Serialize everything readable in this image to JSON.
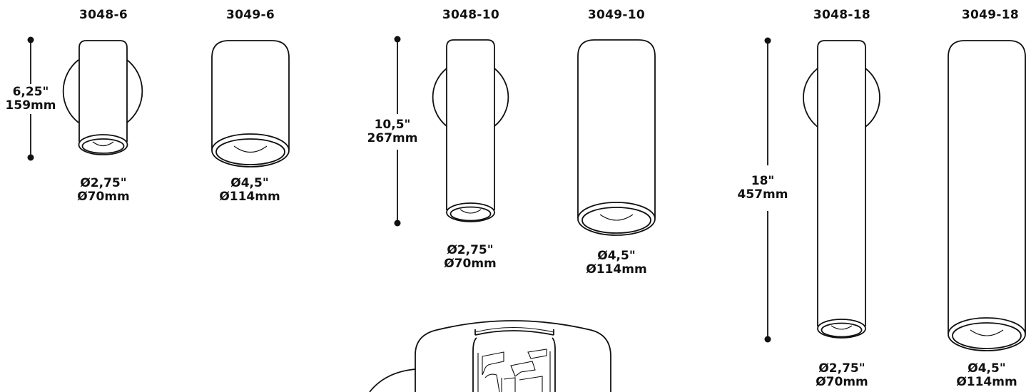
{
  "models": {
    "m3048_6": "3048-6",
    "m3049_6": "3049-6",
    "m3048_10": "3048-10",
    "m3049_10": "3049-10",
    "m3048_18": "3048-18",
    "m3049_18": "3049-18"
  },
  "heights": {
    "h6": {
      "inch": "6,25\"",
      "mm": "159mm"
    },
    "h10": {
      "inch": "10,5\"",
      "mm": "267mm"
    },
    "h18": {
      "inch": "18\"",
      "mm": "457mm"
    }
  },
  "diameters": {
    "small": {
      "inch": "Ø2,75\"",
      "mm": "Ø70mm"
    },
    "large": {
      "inch": "Ø4,5\"",
      "mm": "Ø114mm"
    }
  },
  "colors": {
    "line": "#111111",
    "background": "#ffffff"
  }
}
